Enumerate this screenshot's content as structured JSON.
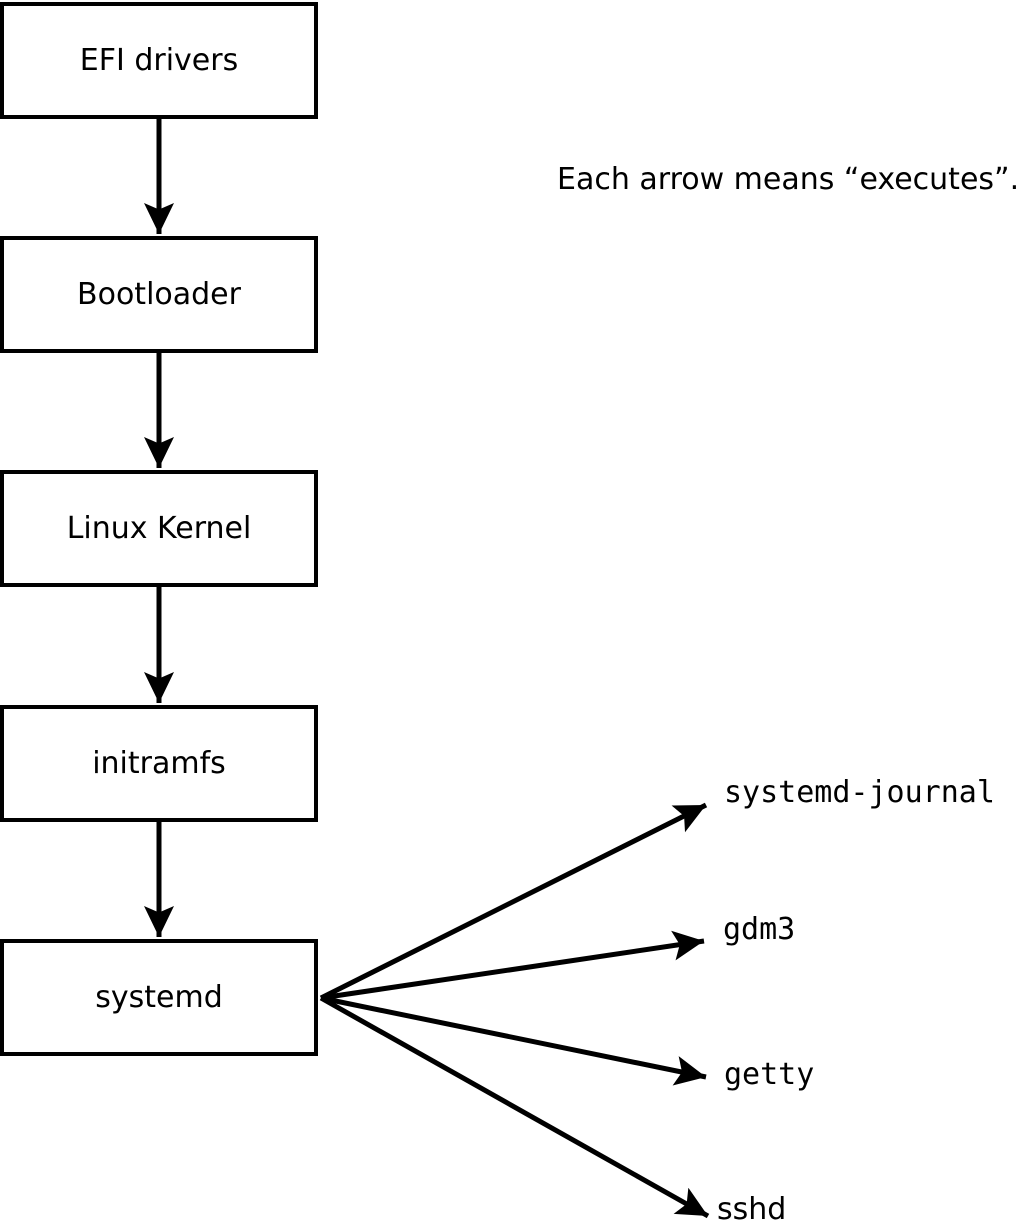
{
  "note": "Each arrow means “executes”.",
  "chain": [
    {
      "id": "efi-drivers",
      "label": "EFI drivers"
    },
    {
      "id": "bootloader",
      "label": "Bootloader"
    },
    {
      "id": "linux-kernel",
      "label": "Linux Kernel"
    },
    {
      "id": "initramfs",
      "label": "initramfs"
    },
    {
      "id": "systemd",
      "label": "systemd"
    }
  ],
  "spawned": [
    {
      "id": "systemd-journal",
      "label": "systemd-journal"
    },
    {
      "id": "gdm3",
      "label": "gdm3"
    },
    {
      "id": "getty",
      "label": "getty"
    },
    {
      "id": "sshd",
      "label": "sshd"
    }
  ],
  "edges": [
    {
      "from": "EFI drivers",
      "to": "Bootloader"
    },
    {
      "from": "Bootloader",
      "to": "Linux Kernel"
    },
    {
      "from": "Linux Kernel",
      "to": "initramfs"
    },
    {
      "from": "initramfs",
      "to": "systemd"
    },
    {
      "from": "systemd",
      "to": "systemd-journal"
    },
    {
      "from": "systemd",
      "to": "gdm3"
    },
    {
      "from": "systemd",
      "to": "getty"
    },
    {
      "from": "systemd",
      "to": "sshd"
    }
  ],
  "colors": {
    "foreground": "#000000",
    "background": "#ffffff"
  }
}
